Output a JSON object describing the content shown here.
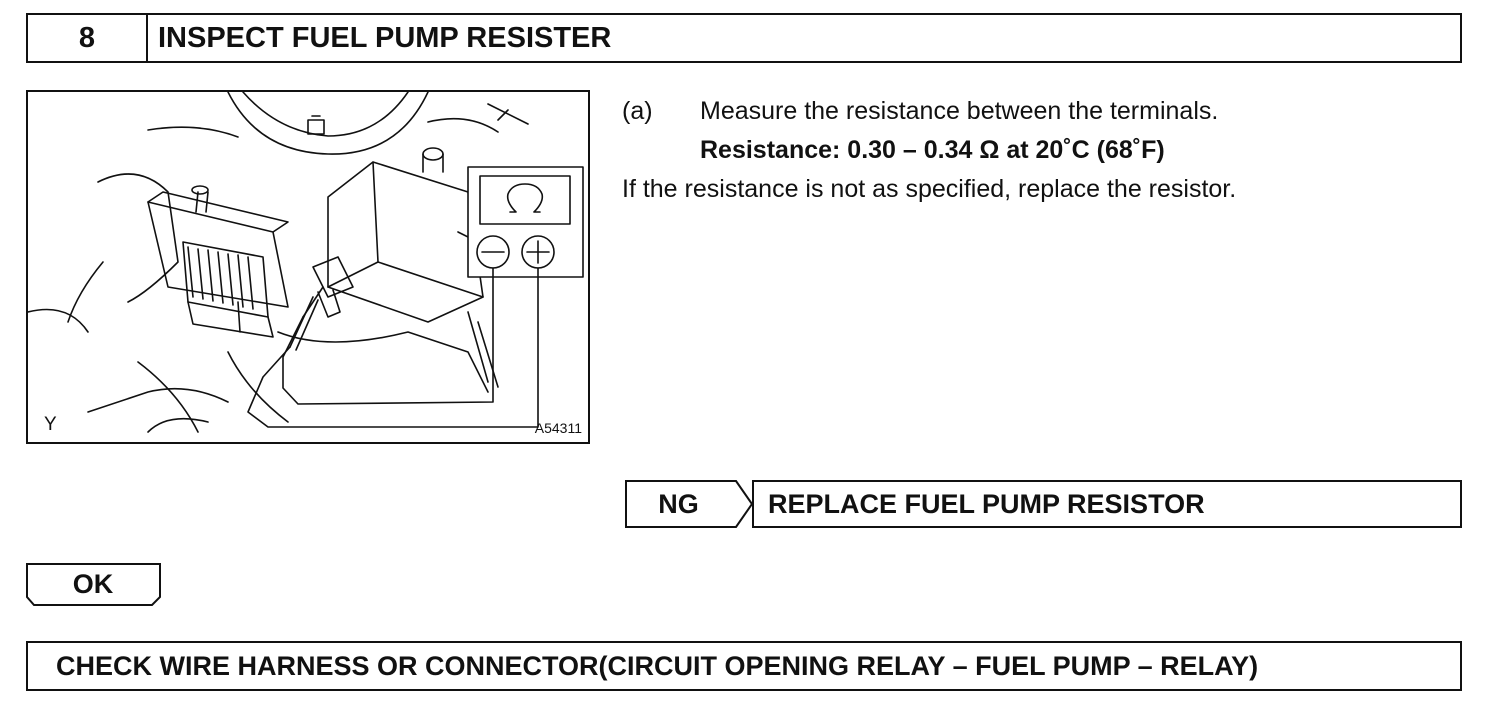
{
  "step": {
    "number": "8",
    "title": "INSPECT FUEL PUMP RESISTER"
  },
  "illustration": {
    "corner_label": "Y",
    "figure_code": "A54311",
    "meter_symbol": "Ω",
    "probe_negative": "−",
    "probe_positive": "+",
    "icon": "ohmmeter-probe-diagram-icon"
  },
  "instructions": {
    "step_label": "(a)",
    "step_text": "Measure the resistance between the terminals.",
    "spec": "Resistance: 0.30 – 0.34 Ω at 20˚C (68˚F)",
    "note": "If the resistance is not as specified, replace the resistor."
  },
  "results": {
    "ng_label": "NG",
    "ng_action": "REPLACE FUEL PUMP RESISTOR",
    "ok_label": "OK"
  },
  "next_step": {
    "title": "CHECK WIRE HARNESS OR CONNECTOR(CIRCUIT OPENING RELAY – FUEL PUMP – RELAY)"
  }
}
